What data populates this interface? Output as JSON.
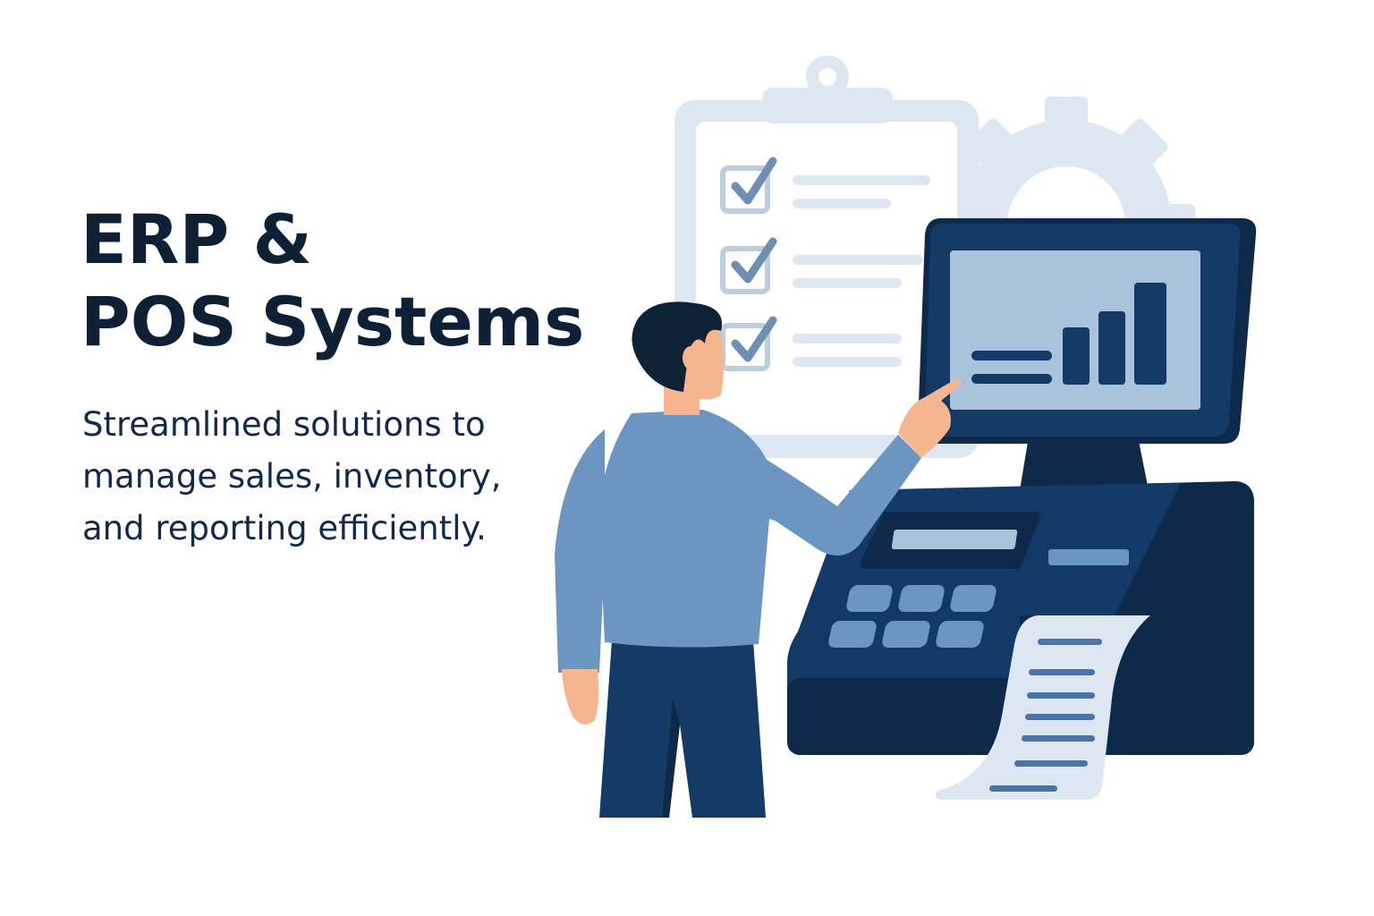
{
  "hero": {
    "title_line1": "ERP &",
    "title_line2": "POS Systems",
    "subtitle_line1": "Streamlined solutions to",
    "subtitle_line2": "manage sales, inventory,",
    "subtitle_line3": "and reporting efficiently."
  },
  "illustration": {
    "objects": [
      "clipboard-checklist",
      "gear",
      "pos-monitor",
      "bar-chart",
      "cash-register",
      "keypad",
      "receipt",
      "person-pointing"
    ],
    "checklist_items_checked": 3,
    "keypad_keys": 6,
    "colors": {
      "navy": "#133a66",
      "dark_navy": "#0d2a4a",
      "mid_blue": "#6b96c2",
      "light_blue": "#a9c3dd",
      "pale_blue": "#dde7f1",
      "skin": "#f4b58f",
      "hair": "#0e2236",
      "text_dark": "#0d2035"
    }
  }
}
